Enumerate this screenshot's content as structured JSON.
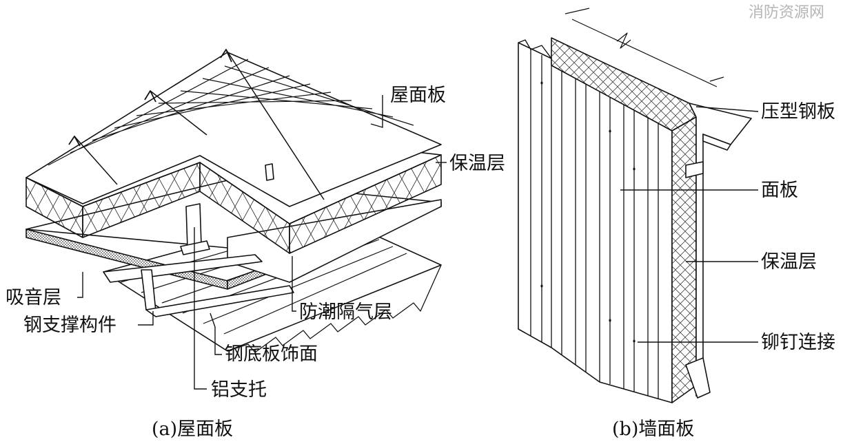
{
  "watermark": "消防资源网",
  "roof": {
    "caption": "(a)屋面板",
    "labels": {
      "roof_panel": "屋面板",
      "insulation": "保温层",
      "sound_absorbing": "吸音层",
      "steel_support": "钢支撑构件",
      "vapor_barrier": "防潮隔气层",
      "steel_base_finish": "钢底板饰面",
      "aluminum_bracket": "铝支托"
    }
  },
  "wall": {
    "caption": "(b)墙面板",
    "labels": {
      "profiled_steel": "压型钢板",
      "face_panel": "面板",
      "insulation": "保温层",
      "rivet": "铆钉连接"
    }
  }
}
